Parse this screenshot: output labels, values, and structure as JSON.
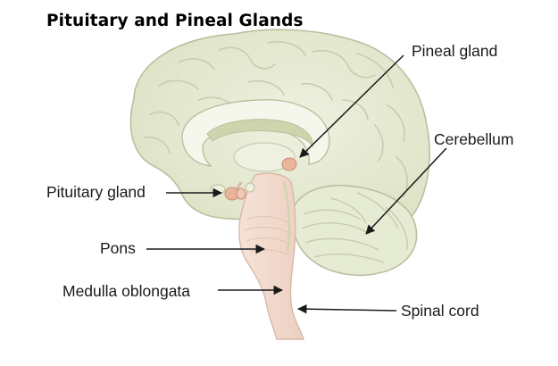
{
  "title": "Pituitary and Pineal Glands",
  "labels": {
    "pineal_gland": "Pineal gland",
    "cerebellum": "Cerebellum",
    "pituitary_gland": "Pituitary gland",
    "pons": "Pons",
    "medulla_oblongata": "Medulla oblongata",
    "spinal_cord": "Spinal cord"
  },
  "colors": {
    "brain_fill": "#e4e9d2",
    "brain_outline": "#b9c09e",
    "sulcus": "#c7cdb0",
    "corpus_callosum": "#f6f7ec",
    "ventricle": "#cdd5ad",
    "brainstem": "#f2d9cc",
    "brainstem_outline": "#d9b8a8",
    "gland": "#e8b49a",
    "leader_line": "#1a1a1a"
  }
}
